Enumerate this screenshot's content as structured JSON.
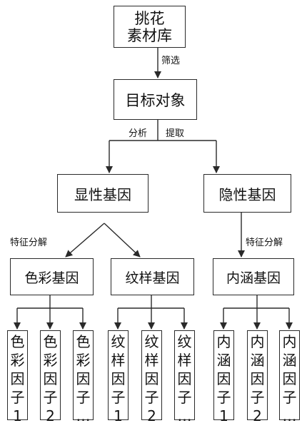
{
  "nodes": {
    "root": [
      "挑花",
      "素材库"
    ],
    "target": "目标对象",
    "dominant": "显性基因",
    "recessive": "隐性基因",
    "color_gene": "色彩基因",
    "pattern_gene": "纹样基因",
    "connotation_gene": "内涵基因"
  },
  "factors": {
    "color": [
      {
        "chars": [
          "色",
          "彩",
          "因",
          "子",
          "1"
        ]
      },
      {
        "chars": [
          "色",
          "彩",
          "因",
          "子",
          "2"
        ]
      },
      {
        "chars": [
          "色",
          "彩",
          "因",
          "子",
          "…"
        ]
      }
    ],
    "pattern": [
      {
        "chars": [
          "纹",
          "样",
          "因",
          "子",
          "1"
        ]
      },
      {
        "chars": [
          "纹",
          "样",
          "因",
          "子",
          "2"
        ]
      },
      {
        "chars": [
          "纹",
          "样",
          "因",
          "子",
          "…"
        ]
      }
    ],
    "connotation": [
      {
        "chars": [
          "内",
          "涵",
          "因",
          "子",
          "1"
        ]
      },
      {
        "chars": [
          "内",
          "涵",
          "因",
          "子",
          "2"
        ]
      },
      {
        "chars": [
          "内",
          "涵",
          "因",
          "子",
          "…"
        ]
      }
    ]
  },
  "edge_labels": {
    "screen": "筛选",
    "analyze": "分析",
    "extract": "提取",
    "feature_left": "特征分解",
    "feature_right": "特征分解"
  },
  "colors": {
    "line": "#2a2a2a",
    "background": "#ffffff"
  }
}
